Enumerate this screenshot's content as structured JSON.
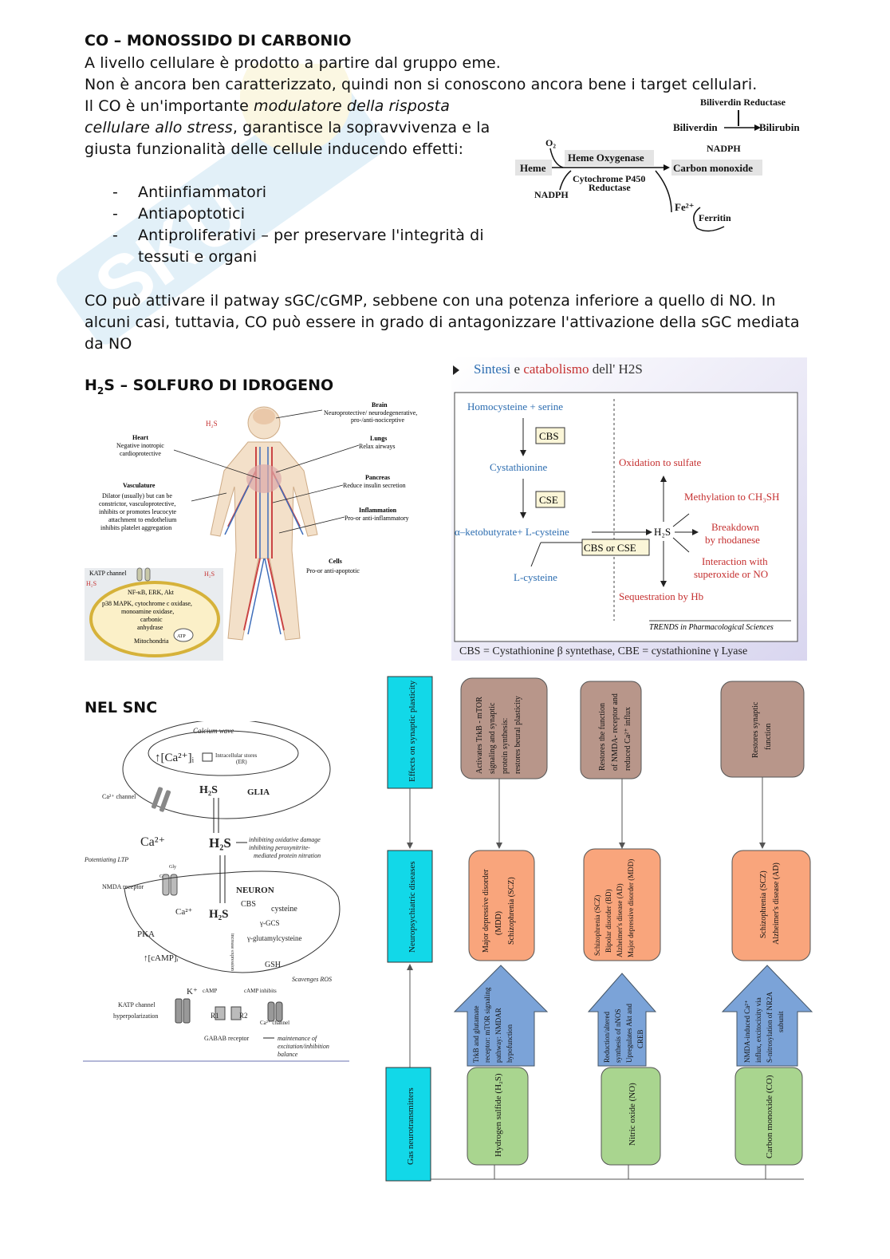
{
  "co": {
    "title": "CO – MONOSSIDO DI CARBONIO",
    "p1": "A livello cellulare è prodotto a partire dal gruppo eme.",
    "p2": "Non è ancora ben caratterizzato, quindi non si conoscono ancora bene i target cellulari.",
    "p3a": "Il CO è un'importante ",
    "p3b": "modulatore della risposta cellulare allo stress",
    "p3c": ", garantisce la sopravvivenza e la giusta funzionalità delle cellule inducendo effetti:",
    "bullets": [
      "Antiinfiammatori",
      "Antiapoptotici",
      "Antiproliferativi – per preservare l'integrità di tessuti e organi"
    ],
    "p4": "CO può attivare il patway sGC/cGMP, sebbene con una potenza inferiore a quello di NO. In alcuni casi, tuttavia, CO può essere in grado di antagonizzare l'attivazione della sGC mediata da NO"
  },
  "heme_fig": {
    "biliverdin_reductase": "Biliverdin Reductase",
    "biliverdin": "Biliverdin",
    "bilirubin": "Bilirubin",
    "nadph_top": "NADPH",
    "o2": "O₂",
    "heme": "Heme",
    "heme_oxygenase": "Heme Oxygenase",
    "carbon_monoxide": "Carbon monoxide",
    "cyp450": "Cytochrome P450",
    "reductase": "Reductase",
    "nadph_left": "NADPH",
    "fe": "Fe²⁺",
    "ferritin": "Ferritin"
  },
  "h2s": {
    "title_pre": "H",
    "title_sub": "2",
    "title_post": "S – SOLFURO DI IDROGENO"
  },
  "body_fig": {
    "h2s_top": "H₂S",
    "brain_t": "Brain",
    "brain_d1": "Neuroprotective/ neurodegenerative,",
    "brain_d2": "pro-/anti-nociceptive",
    "heart_t": "Heart",
    "heart_d1": "Negative inotropic",
    "heart_d2": "cardioprotective",
    "lungs_t": "Lungs",
    "lungs_d": "Relax airways",
    "pancreas_t": "Pancreas",
    "pancreas_d": "Reduce insulin secretion",
    "vasc_t": "Vasculature",
    "vasc_d1": "Dilator (usually) but can be",
    "vasc_d2": "constrictor, vasculoprotective,",
    "vasc_d3": "inhibits or promotes leucocyte",
    "vasc_d4": "attachment to endothelium",
    "vasc_d5": "inhibits platelet aggregation",
    "infl_t": "Inflammation",
    "infl_d": "Pro-or anti-inflammatory",
    "cells_t": "Cells",
    "cells_d": "Pro-or anti-apoptotic",
    "katp": "KATP channel",
    "h2s_a": "H₂S",
    "h2s_b": "H₂S",
    "cell_l1": "NF-κB, ERK, Akt",
    "cell_l2": "p38 MAPK, cytochrome c oxidase,",
    "cell_l3": "monoamine oxidase,",
    "cell_l4": "carbonic",
    "cell_l5": "anhydrase",
    "mito": "Mitochondria",
    "mito_in": "ATP"
  },
  "synth_fig": {
    "title_a": "Sintesi",
    "title_b": " e ",
    "title_c": "catabolismo",
    "title_d": " dell' H2S",
    "homocys": "Homocysteine + serine",
    "cbs": "CBS",
    "cystathionine": "Cystathionine",
    "cse": "CSE",
    "ketobut": "α–ketobutyrate+ L-cysteine",
    "cbs_cse": "CBS or CSE",
    "lcys": "L-cysteine",
    "h2s": "H₂S",
    "oxidation": "Oxidation to sulfate",
    "methylation": "Methylation to CH₃SH",
    "breakdown1": "Breakdown",
    "breakdown2": "by rhodanese",
    "interaction1": "Interaction with",
    "interaction2": "superoxide or NO",
    "sequestration": "Sequestration by Hb",
    "trends": "TRENDS in Pharmacological Sciences",
    "footer": "CBS = Cystathionine β syntethase, CBE = cystathionine γ Lyase"
  },
  "snc": {
    "title": "NEL SNC"
  },
  "snc_fig": {
    "calcium_wave": "Calcium wave",
    "ca_up": "↑[Ca²⁺]ᵢ",
    "stores1": "Intracellular stores",
    "stores2": "(ER)",
    "glia": "GLIA",
    "h2s_glia": "H₂S",
    "ca_channel": "Ca²⁺ channel",
    "ca2": "Ca²⁺",
    "h2s_mid": "H₂S",
    "inh1": "inhibiting oxidative damage",
    "inh2": "inhibiting peroxynitrite-",
    "inh3": "mediated protein nitration",
    "ltp": "Potentiating LTP",
    "gly": "Gly",
    "glu": "Glu",
    "nmda": "NMDA receptor",
    "neuron": "NEURON",
    "ca_n": "Ca²⁺",
    "h2s_n": "H₂S",
    "cbs": "CBS",
    "cysteine": "cysteine",
    "ggcs": "γ-GCS",
    "gglut": "γ-glutamylcysteine",
    "gsh": "GSH",
    "ros": "Scavenges ROS",
    "pka": "PKA",
    "camp": "↑[cAMP]ᵢ",
    "incr": "increase expression",
    "kplus": "K⁺",
    "camp_s": "cAMP",
    "camp_inh": "cAMP inhibits",
    "katp1": "KATP channel",
    "katp2": "hyperpolarization",
    "r1": "R1",
    "r2": "R2",
    "ca_ch2": "Ca²⁺ channel",
    "gabab": "GABAB receptor",
    "maint1": "maintenance of",
    "maint2": "excitation/inhibition",
    "maint3": "balance"
  },
  "flow_fig": {
    "side_top": "Effects on synaptic plasticity",
    "side_mid": "Neuropsychiatric diseases",
    "side_bot": "Gas neurotransmitters",
    "brown1": [
      "Activates TrkB - mTOR",
      "signaling and synaptic",
      "protein synthesis:",
      "restores beural plasticity"
    ],
    "brown2": [
      "Restores the function",
      "of NMDA- receptor and",
      "reduced Ca²⁺ influx"
    ],
    "brown3": [
      "Restores synaptic",
      "function"
    ],
    "orange1": [
      "Major depressive disorder",
      "(MDD)",
      "Schizophrenia (SCZ)"
    ],
    "orange2": [
      "Schizophrenia (SCZ)",
      "Bipolar disorder (BD)",
      "Alzheimer's disease (AD)",
      "Major depressive disorder (MDD)"
    ],
    "orange3": [
      "Schizophrenia (SCZ)",
      "Alzheimer's disease (AD)"
    ],
    "blue1": [
      "TrkB and glutamate",
      "receptor: mTOR signaling",
      "pathway: NMDAR",
      "hypofunction"
    ],
    "blue2": [
      "Reduction/altered",
      "synthesis of nNOS",
      "Upregulates Akt and",
      "CREB"
    ],
    "blue3": [
      "NMDA-induced Ca²⁺",
      "influx, excitocixity via",
      "S-nitrosylation of NR2A",
      "subunit"
    ],
    "green1": "Hydrogen sulfide (H₂S)",
    "green2": "Nitric oxide (NO)",
    "green3": "Carbon monoxide (CO)"
  }
}
